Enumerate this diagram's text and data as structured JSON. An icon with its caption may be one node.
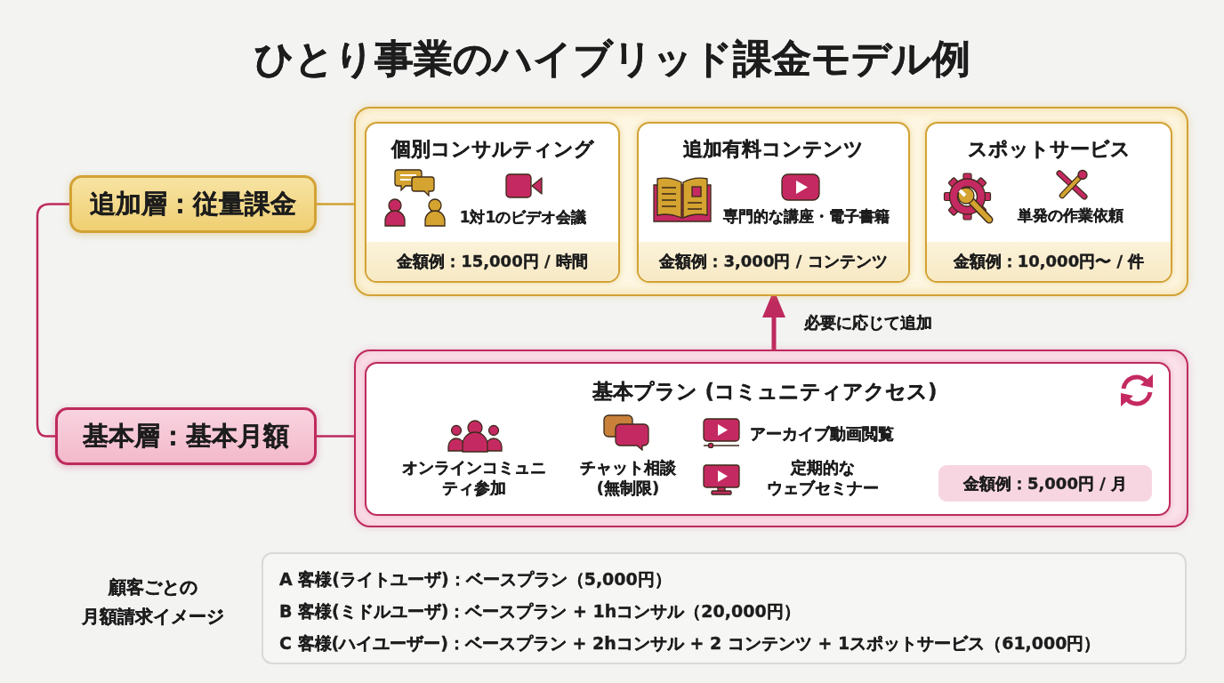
{
  "diagram": {
    "title": "ひとり事業のハイブリッド課金モデル例",
    "nodes": [
      {
        "text": [
          "追加層：従量課金"
        ]
      },
      {
        "text": [],
        "shape": "box"
      },
      {
        "text": [
          "個別コンサルティング",
          "1対1のビデオ会議"
        ],
        "in": 1
      },
      {
        "text": [
          "金額例：15,000円 / 時間"
        ],
        "in": 2
      },
      {
        "text": [
          "追加有料コンテンツ",
          "専門的な講座・電子書籍"
        ],
        "in": 1
      },
      {
        "text": [
          "金額例：3,000円 / コンテンツ"
        ],
        "in": 4
      },
      {
        "text": [
          "スポットサービス",
          "単発の作業依頼"
        ],
        "in": 1
      },
      {
        "text": [
          "金額例：10,000円〜 / 件"
        ],
        "in": 6
      },
      {
        "text": [
          "基本層：基本月額"
        ]
      },
      {
        "text": [],
        "shape": "box"
      },
      {
        "text": [
          "基本プラン (コミュニティアクセス)",
          "オンラインコミュニティ参加",
          "チャット相談(無制限)",
          "アーカイブ動画閲覧",
          "定期的なウェブセミナー"
        ],
        "in": 9
      },
      {
        "text": [
          "金額例：5,000円 / 月"
        ],
        "in": 10
      },
      {
        "text": [
          "A 客様(ライトユーザ)：ベースプラン（5,000円）",
          "B 客様(ミドルユーザ)：ベースプラン + 1hコンサル（20,000円）",
          "C 客様(ハイユーザー)：ベースプラン + 2hコンサル + 2 コンテンツ + 1スポットサービス（61,000円）"
        ],
        "beside": [
          "顧客ごとの月額請求イメージ"
        ]
      }
    ],
    "edges": [
      {
        "from": 0,
        "to": 1,
        "arrow": "none",
        "color": "#d2a234"
      },
      {
        "from": 8,
        "to": 9,
        "arrow": "none"
      },
      {
        "from": 0,
        "to": 8,
        "arrow": "none"
      },
      {
        "from": 9,
        "to": 1,
        "arrow": "to",
        "label": "必要に応じて追加",
        "style": "thick"
      }
    ]
  }
}
